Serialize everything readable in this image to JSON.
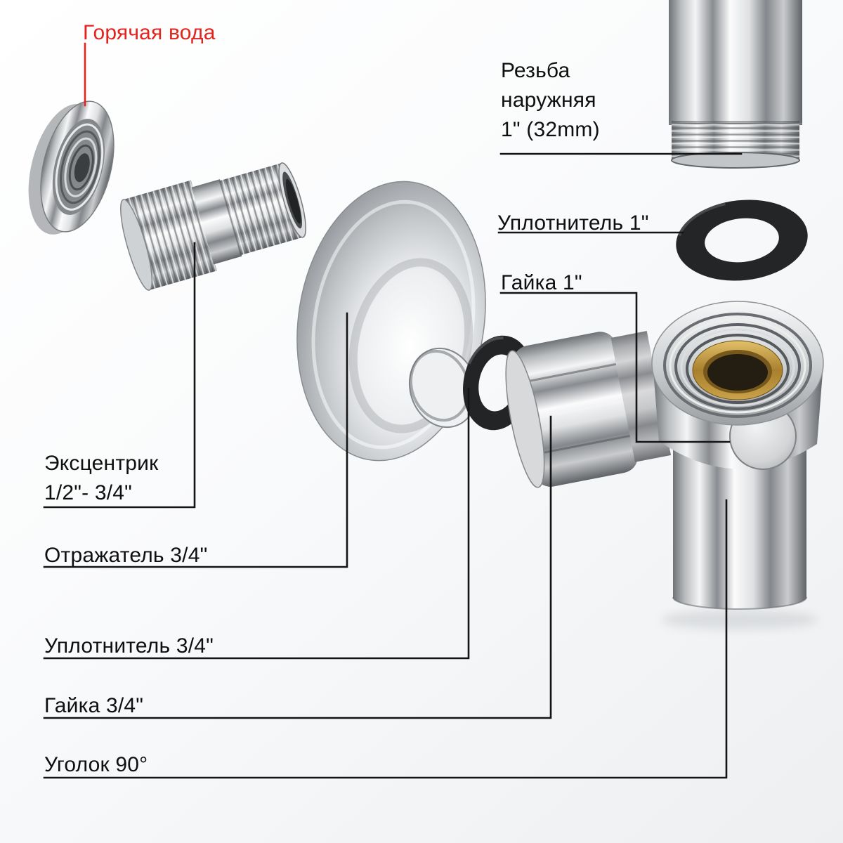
{
  "colors": {
    "accent_red": "#e2231e",
    "label": "#0f0f10",
    "leader": "#141414",
    "seal": "#232425",
    "brass": "#b08a33",
    "background": "#f2f3f5"
  },
  "callouts": {
    "hot_water": "Горячая вода",
    "thread_external": "Резьба\nнаружняя\n1\" (32mm)",
    "seal_1in": "Уплотнитель 1\"",
    "nut_1in": "Гайка 1\"",
    "eccentric": "Эксцентрик\n1/2\"- 3/4\"",
    "reflector": "Отражатель 3/4\"",
    "seal_3_4": "Уплотнитель 3/4\"",
    "nut_3_4": "Гайка 3/4\"",
    "elbow": "Уголок 90°"
  },
  "parts": [
    {
      "name": "wall-flange-socket"
    },
    {
      "name": "eccentric-nipple"
    },
    {
      "name": "reflector-cone"
    },
    {
      "name": "seal-ring-3-4"
    },
    {
      "name": "inlet-pipe-external-thread"
    },
    {
      "name": "seal-ring-1in"
    },
    {
      "name": "elbow-valve-90"
    },
    {
      "name": "union-nut-1in"
    },
    {
      "name": "hex-nut-3-4"
    }
  ]
}
